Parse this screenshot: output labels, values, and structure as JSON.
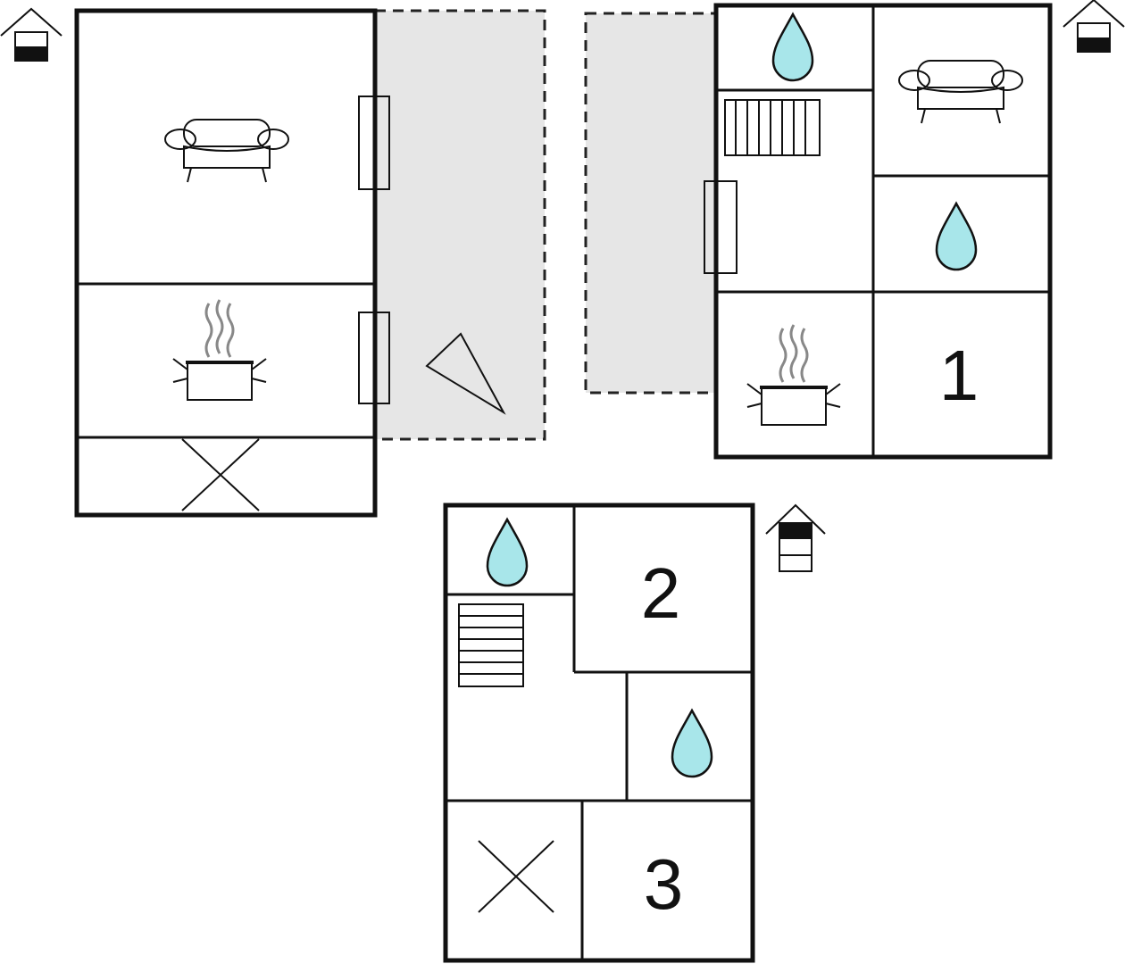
{
  "rooms": {
    "bedroom_1": "1",
    "bedroom_2": "2",
    "bedroom_3": "3"
  },
  "colors": {
    "water": "#a8e6ea",
    "terrace": "#e6e6e6",
    "wall": "#111111"
  },
  "icons": [
    "sofa-icon",
    "cooking-pot-icon",
    "water-drop-icon",
    "stairs-icon",
    "floor-level-icon",
    "fireplace-triangle-icon",
    "cross-icon"
  ]
}
